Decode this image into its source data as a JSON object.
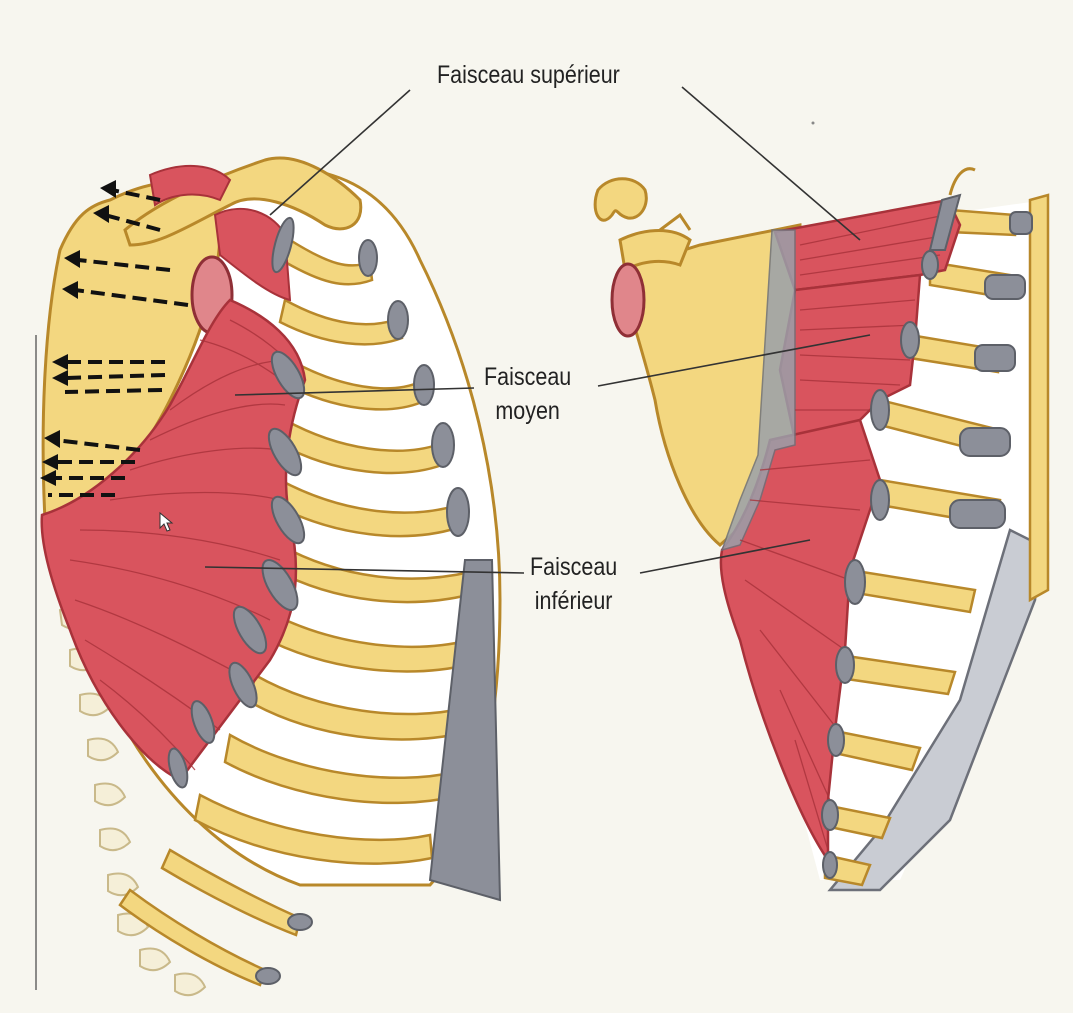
{
  "labels": {
    "superior": "Faisceau supérieur",
    "middle": [
      "Faisceau",
      "moyen"
    ],
    "inferior": [
      "Faisceau",
      "inférieur"
    ]
  },
  "colors": {
    "background": "#f7f6ef",
    "muscle": "#d9545e",
    "muscle_stroke": "#a8323a",
    "bone": "#f3d780",
    "bone_stroke": "#b8882a",
    "cartilage": "#8c8f99",
    "arrow": "#111111"
  }
}
